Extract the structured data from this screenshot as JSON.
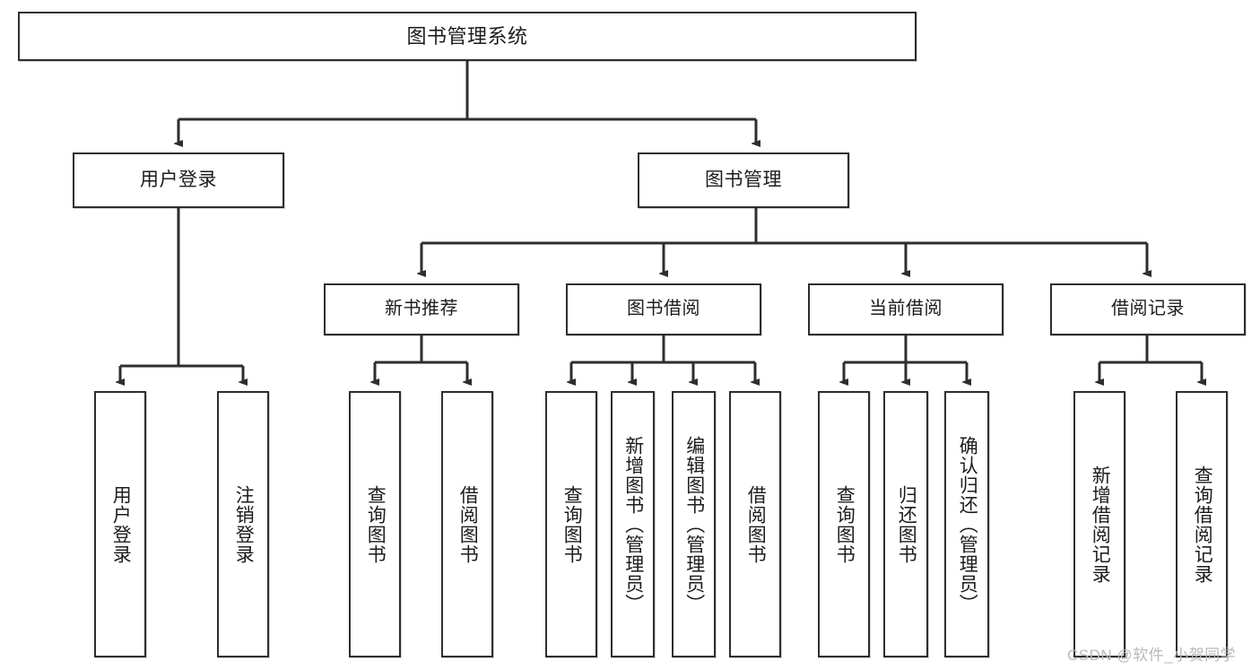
{
  "diagram": {
    "title": "图书管理系统",
    "watermark": "CSDN @软件_小贺同学",
    "nodes": {
      "root": {
        "label": "图书管理系统"
      },
      "level2": [
        {
          "id": "user-login",
          "label": "用户登录"
        },
        {
          "id": "book-management",
          "label": "图书管理"
        }
      ],
      "level3": [
        {
          "id": "new-book-recommend",
          "label": "新书推荐"
        },
        {
          "id": "book-borrow",
          "label": "图书借阅"
        },
        {
          "id": "current-borrow",
          "label": "当前借阅"
        },
        {
          "id": "borrow-record",
          "label": "借阅记录"
        }
      ],
      "leaves": [
        {
          "id": "leaf-user-login",
          "label": "用户登录"
        },
        {
          "id": "leaf-logout-login",
          "label": "注销登录"
        },
        {
          "id": "leaf-query-book-1",
          "label": "查询图书"
        },
        {
          "id": "leaf-borrow-book-1",
          "label": "借阅图书"
        },
        {
          "id": "leaf-query-book-2",
          "label": "查询图书"
        },
        {
          "id": "leaf-add-book",
          "label": "新增图书（管理员）"
        },
        {
          "id": "leaf-edit-book",
          "label": "编辑图书（管理员）"
        },
        {
          "id": "leaf-borrow-book-2",
          "label": "借阅图书"
        },
        {
          "id": "leaf-query-book-3",
          "label": "查询图书"
        },
        {
          "id": "leaf-return-book",
          "label": "归还图书"
        },
        {
          "id": "leaf-confirm-return",
          "label": "确认归还（管理员）"
        },
        {
          "id": "leaf-add-record",
          "label": "新增借阅记录"
        },
        {
          "id": "leaf-query-record",
          "label": "查询借阅记录"
        }
      ]
    },
    "colors": {
      "stroke": "#2e2e2e",
      "background": "#ffffff",
      "text": "#1c1c1c",
      "watermark": "#b9b9b9"
    }
  }
}
